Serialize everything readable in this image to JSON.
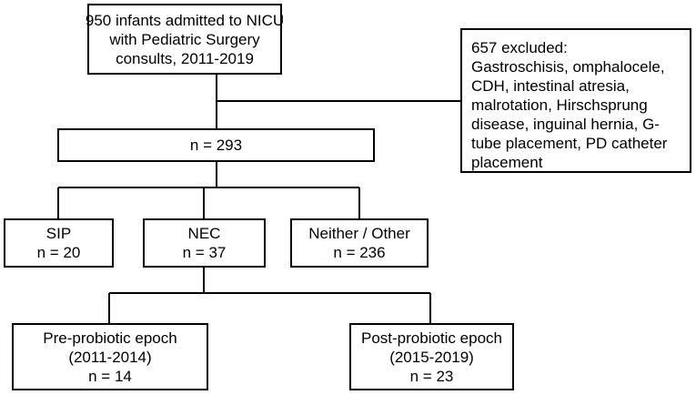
{
  "flowchart": {
    "admitted": {
      "lines": [
        "950 infants admitted to NICU",
        "with Pediatric Surgery",
        "consults, 2011-2019"
      ]
    },
    "excluded": {
      "lines": [
        "657 excluded:",
        "Gastroschisis, omphalocele,",
        "CDH, intestinal atresia,",
        "malrotation, Hirschsprung",
        "disease, inguinal hernia, G-",
        "tube placement, PD catheter",
        "placement"
      ]
    },
    "cohort": {
      "lines": [
        "n = 293"
      ]
    },
    "sip": {
      "lines": [
        "SIP",
        "n = 20"
      ]
    },
    "nec": {
      "lines": [
        "NEC",
        "n = 37"
      ]
    },
    "neither": {
      "lines": [
        "Neither / Other",
        "n = 236"
      ]
    },
    "pre_probiotic": {
      "lines": [
        "Pre-probiotic epoch",
        "(2011-2014)",
        "n = 14"
      ]
    },
    "post_probiotic": {
      "lines": [
        "Post-probiotic epoch",
        "(2015-2019)",
        "n = 23"
      ]
    },
    "colors": {
      "line": "#000000",
      "box_fill": "#ffffff",
      "text": "#000000"
    }
  }
}
